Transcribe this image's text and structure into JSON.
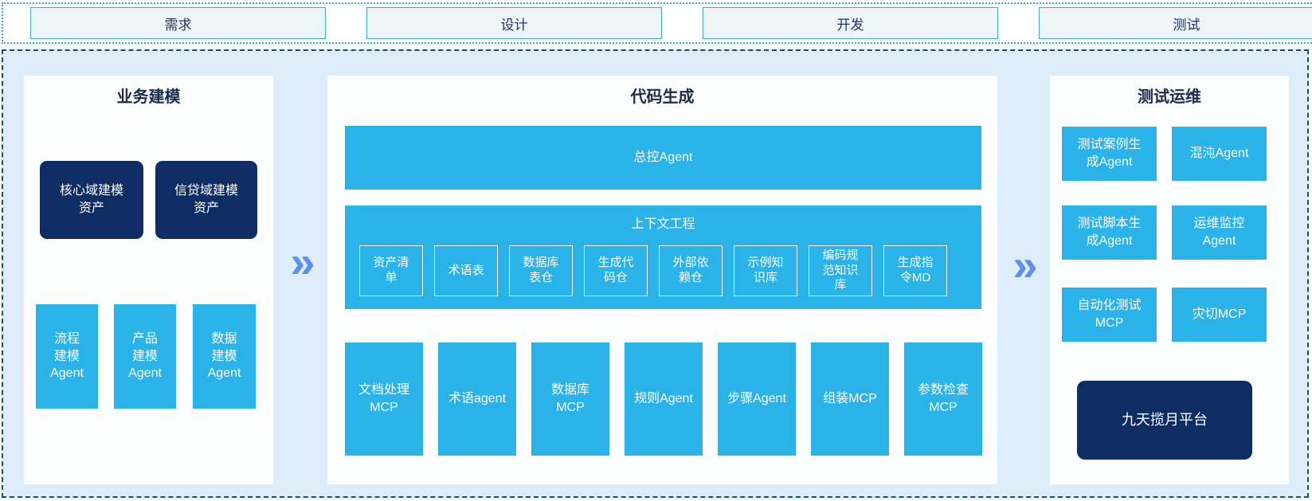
{
  "phases": [
    "需求",
    "设计",
    "开发",
    "测试"
  ],
  "arrows": {
    "glyph": "»"
  },
  "colors": {
    "node_cyan": "#29b3e8",
    "node_navy": "#0e2d64",
    "arrow_blue": "#5e8df3",
    "strip_border": "#2fb0d6",
    "main_border": "#17506b",
    "main_background": "#ddeefa",
    "phase_box_fill": "#eef5f9",
    "phase_box_border": "#44aacd",
    "title_text": "#1a2b4c"
  },
  "panels": {
    "business_modeling": {
      "title": "业务建模",
      "asset_boxes": [
        "核心域建模\n资产",
        "信贷域建模\n资产"
      ],
      "agent_boxes": [
        "流程\n建模\nAgent",
        "产品\n建模\nAgent",
        "数据\n建模\nAgent"
      ]
    },
    "code_generation": {
      "title": "代码生成",
      "master_agent": "总控Agent",
      "context_engineering": {
        "title": "上下文工程",
        "items": [
          "资产清\n单",
          "术语表",
          "数据库\n表仓",
          "生成代\n码仓",
          "外部依\n赖仓",
          "示例知\n识库",
          "编码规\n范知识\n库",
          "生成指\n令MD"
        ]
      },
      "tool_boxes": [
        "文档处理\nMCP",
        "术语agent",
        "数据库\nMCP",
        "规则Agent",
        "步骤Agent",
        "组装MCP",
        "参数检查\nMCP"
      ]
    },
    "test_ops": {
      "title": "测试运维",
      "grid_boxes": [
        "测试案例生\n成Agent",
        "混沌Agent",
        "测试脚本生\n成Agent",
        "运维监控\nAgent",
        "自动化测试\nMCP",
        "灾切MCP"
      ],
      "platform": "九天揽月平台"
    }
  }
}
